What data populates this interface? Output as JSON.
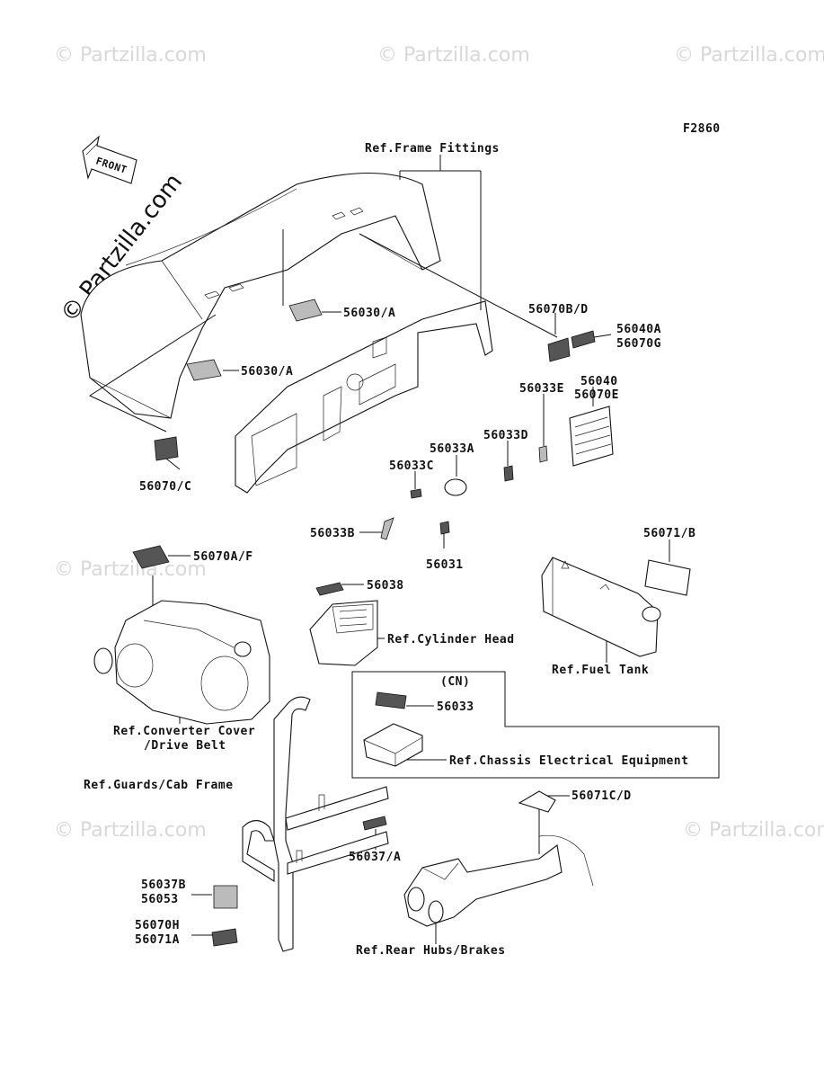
{
  "figure_code": "F2860",
  "front_arrow_label": "FRONT",
  "watermark": "© Partzilla.com",
  "callouts": {
    "ref_frame_fittings": "Ref.Frame Fittings",
    "p56070BD": "56070B/D",
    "p56040A": "56040A",
    "p56070G": "56070G",
    "p56040": "56040",
    "p56070E": "56070E",
    "p56033E": "56033E",
    "p56033D": "56033D",
    "p56033A": "56033A",
    "p56033C": "56033C",
    "p56030A_1": "56030/A",
    "p56030A_2": "56030/A",
    "p56070C": "56070/C",
    "p56033B": "56033B",
    "p56031": "56031",
    "p56071B": "56071/B",
    "p56070AF": "56070A/F",
    "p56038": "56038",
    "ref_cylinder_head": "Ref.Cylinder Head",
    "ref_fuel_tank": "Ref.Fuel Tank",
    "cn": "(CN)",
    "p56033": "56033",
    "ref_chassis_electrical": "Ref.Chassis Electrical Equipment",
    "ref_converter_cover": "Ref.Converter Cover",
    "drive_belt": "/Drive Belt",
    "ref_guards_cab": "Ref.Guards/Cab Frame",
    "p56071CD": "56071C/D",
    "p56037A": "56037/A",
    "p56037B": "56037B",
    "p56053": "56053",
    "p56070H": "56070H",
    "p56071A": "56071A",
    "ref_rear_hubs": "Ref.Rear Hubs/Brakes"
  }
}
